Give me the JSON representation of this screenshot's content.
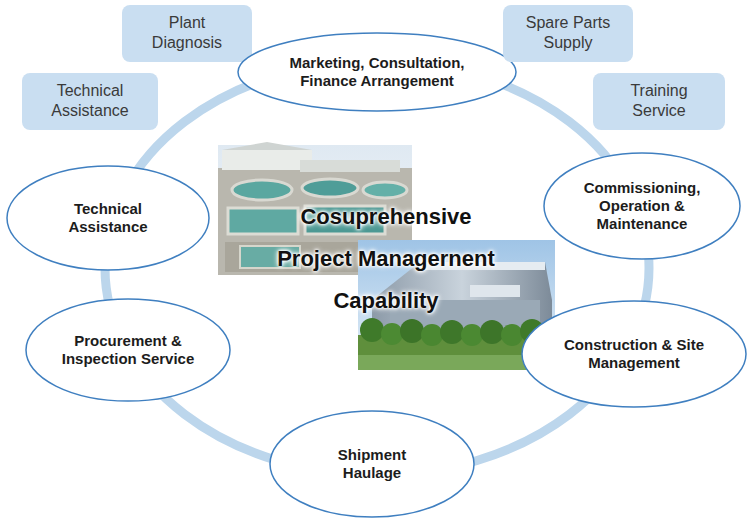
{
  "diagram": {
    "nodes": [
      {
        "text": [
          "Plant Diagnosis"
        ]
      },
      {
        "text": [
          "Marketing, Consultation, Finance Arrangement"
        ]
      },
      {
        "text": [
          "Spare Parts Supply"
        ]
      },
      {
        "text": [
          "Technical Assistance"
        ]
      },
      {
        "text": [
          "Training Service"
        ]
      },
      {
        "text": [
          "Technical Assistance"
        ]
      },
      {
        "text": [
          "Commissioning, Operation & Maintenance"
        ]
      },
      {
        "text": [
          "Construction & Site Management"
        ]
      },
      {
        "text": [
          "Procurement & Inspection Service"
        ]
      },
      {
        "text": [
          "Shipment Haulage"
        ]
      }
    ],
    "labels": [
      "Cosuprehensive Project Managernent Capability"
    ]
  }
}
